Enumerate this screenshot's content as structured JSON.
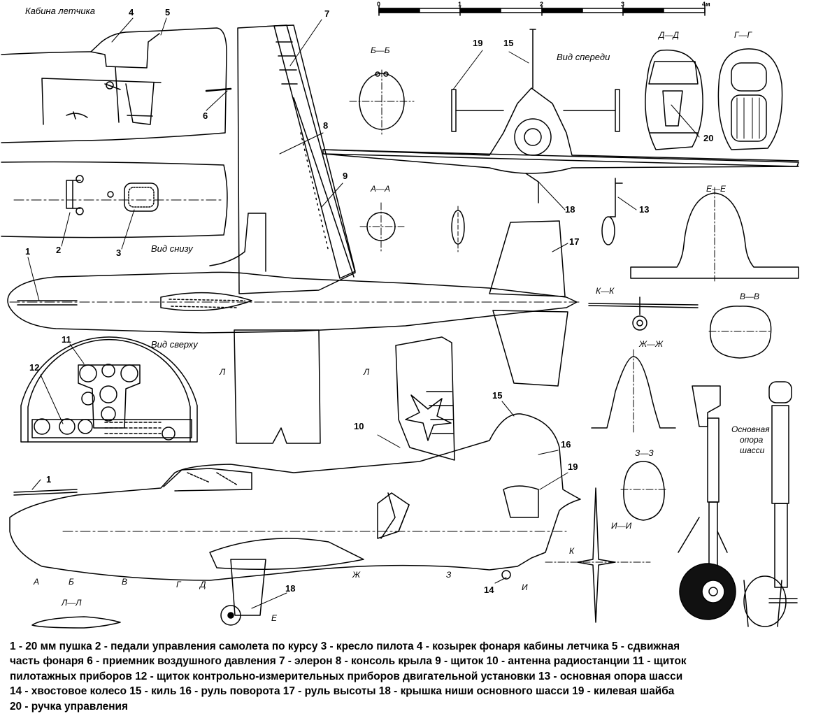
{
  "scale": {
    "ticks": [
      "0",
      "1",
      "2",
      "3",
      "4м"
    ]
  },
  "view_labels": {
    "cockpit": "Кабина летчика",
    "bottom": "Вид снизу",
    "top": "Вид сверху",
    "front": "Вид спереди",
    "main_gear": [
      "Основная",
      "опора",
      "шасси"
    ]
  },
  "section_labels": {
    "aa": "А—А",
    "bb": "Б—Б",
    "vv": "В—В",
    "gg": "Г—Г",
    "dd": "Д—Д",
    "ee": "Е—Е",
    "zhzh": "Ж—Ж",
    "zz": "З—З",
    "ii": "И—И",
    "kk": "К—К",
    "ll": "Л—Л"
  },
  "cut_letters": {
    "a": "А",
    "b": "Б",
    "v": "В",
    "g": "Г",
    "d": "Д",
    "e": "Е",
    "zh": "Ж",
    "z": "З",
    "i": "И",
    "k": "К",
    "l1": "Л",
    "l2": "Л"
  },
  "callouts": {
    "n1": "1",
    "n1b": "1",
    "n2": "2",
    "n3": "3",
    "n4": "4",
    "n5": "5",
    "n6": "6",
    "n7": "7",
    "n8": "8",
    "n9": "9",
    "n10": "10",
    "n11": "11",
    "n12": "12",
    "n13": "13",
    "n14": "14",
    "n15": "15",
    "n15b": "15",
    "n16": "16",
    "n17": "17",
    "n18": "18",
    "n18b": "18",
    "n19": "19",
    "n19b": "19",
    "n20": "20"
  },
  "legend_lines": [
    "1 - 20 мм пушка 2 - педали управления самолета по курсу 3 - кресло пилота 4 - козырек фонаря кабины летчика 5 - сдвижная",
    "часть фонаря 6 - приемник воздушного давления 7 - элерон 8 - консоль крыла 9 - щиток 10 - антенна радиостанции 11 - щиток",
    "пилотажных приборов 12 - щиток контрольно-измерительных приборов двигательной установки 13 - основная опора шасси",
    "14 - хвостовое колесо 15 - киль 16 - руль поворота 17 - руль высоты 18 - крышка ниши основного шасси 19 - килевая шайба",
    "20 - ручка управления"
  ]
}
